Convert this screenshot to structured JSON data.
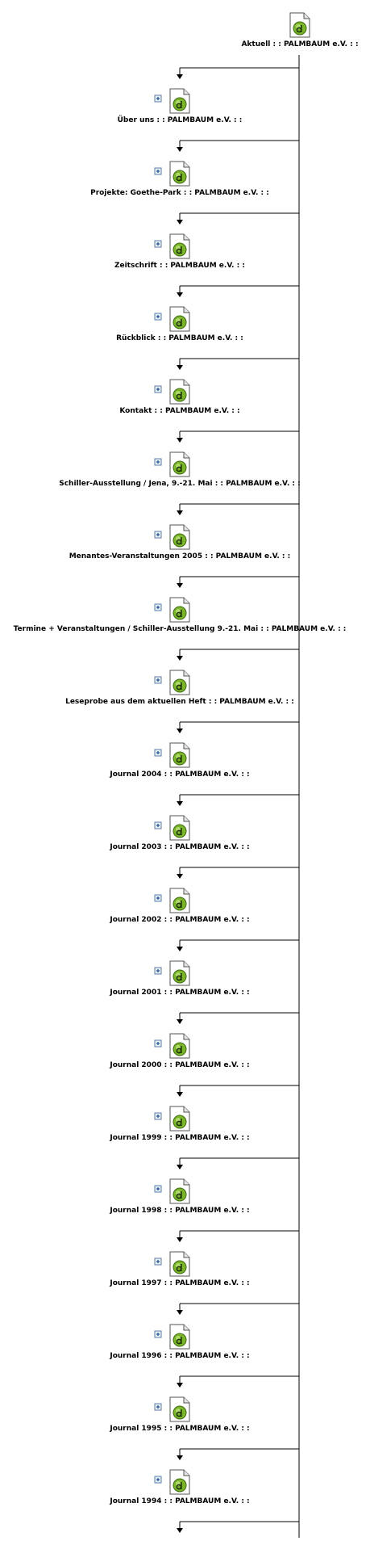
{
  "root": {
    "label": "Aktuell : : PALMBAUM e.V. : :",
    "icon": "dreamweaver-file-icon"
  },
  "nodes": [
    {
      "label": "Über uns : : PALMBAUM e.V. : :",
      "icon": "dreamweaver-file-icon",
      "expand": "plus-icon"
    },
    {
      "label": "Projekte: Goethe-Park : : PALMBAUM e.V. : :",
      "icon": "dreamweaver-file-icon",
      "expand": "plus-icon"
    },
    {
      "label": "Zeitschrift : : PALMBAUM e.V. : :",
      "icon": "dreamweaver-file-icon",
      "expand": "plus-icon"
    },
    {
      "label": "Rückblick : : PALMBAUM e.V. : :",
      "icon": "dreamweaver-file-icon",
      "expand": "plus-icon"
    },
    {
      "label": "Kontakt : : PALMBAUM e.V. : :",
      "icon": "dreamweaver-file-icon",
      "expand": "plus-icon"
    },
    {
      "label": "Schiller-Ausstellung / Jena, 9.-21. Mai : : PALMBAUM e.V. : :",
      "icon": "dreamweaver-file-icon",
      "expand": "plus-icon"
    },
    {
      "label": "Menantes-Veranstaltungen 2005 : : PALMBAUM e.V. : :",
      "icon": "dreamweaver-file-icon",
      "expand": "plus-icon"
    },
    {
      "label": "Termine + Veranstaltungen / Schiller-Ausstellung 9.-21. Mai : : PALMBAUM e.V. : :",
      "icon": "dreamweaver-file-icon",
      "expand": "plus-icon"
    },
    {
      "label": "Leseprobe aus dem aktuellen Heft : : PALMBAUM e.V. : :",
      "icon": "dreamweaver-file-icon",
      "expand": "plus-icon"
    },
    {
      "label": "Journal 2004 : : PALMBAUM e.V. : :",
      "icon": "dreamweaver-file-icon",
      "expand": "plus-icon"
    },
    {
      "label": "Journal 2003 : : PALMBAUM e.V. : :",
      "icon": "dreamweaver-file-icon",
      "expand": "plus-icon"
    },
    {
      "label": "Journal 2002 : : PALMBAUM e.V. : :",
      "icon": "dreamweaver-file-icon",
      "expand": "plus-icon"
    },
    {
      "label": "Journal 2001 : : PALMBAUM e.V. : :",
      "icon": "dreamweaver-file-icon",
      "expand": "plus-icon"
    },
    {
      "label": "Journal 2000 : : PALMBAUM e.V. : :",
      "icon": "dreamweaver-file-icon",
      "expand": "plus-icon"
    },
    {
      "label": "Journal 1999 : : PALMBAUM e.V. : :",
      "icon": "dreamweaver-file-icon",
      "expand": "plus-icon"
    },
    {
      "label": "Journal 1998 : : PALMBAUM e.V. : :",
      "icon": "dreamweaver-file-icon",
      "expand": "plus-icon"
    },
    {
      "label": "Journal 1997 : : PALMBAUM e.V. : :",
      "icon": "dreamweaver-file-icon",
      "expand": "plus-icon"
    },
    {
      "label": "Journal 1996 : : PALMBAUM e.V. : :",
      "icon": "dreamweaver-file-icon",
      "expand": "plus-icon"
    },
    {
      "label": "Journal 1995 : : PALMBAUM e.V. : :",
      "icon": "dreamweaver-file-icon",
      "expand": "plus-icon"
    },
    {
      "label": "Journal 1994 : : PALMBAUM e.V. : :",
      "icon": "dreamweaver-file-icon",
      "expand": "plus-icon"
    }
  ],
  "colors": {
    "line": "#000000",
    "icon_green": "#7ab52a",
    "icon_green_dark": "#3f6b12",
    "plus_border": "#5a7fa6",
    "plus_fill": "#e8f0f8",
    "plus_sign": "#1f4e8a"
  }
}
